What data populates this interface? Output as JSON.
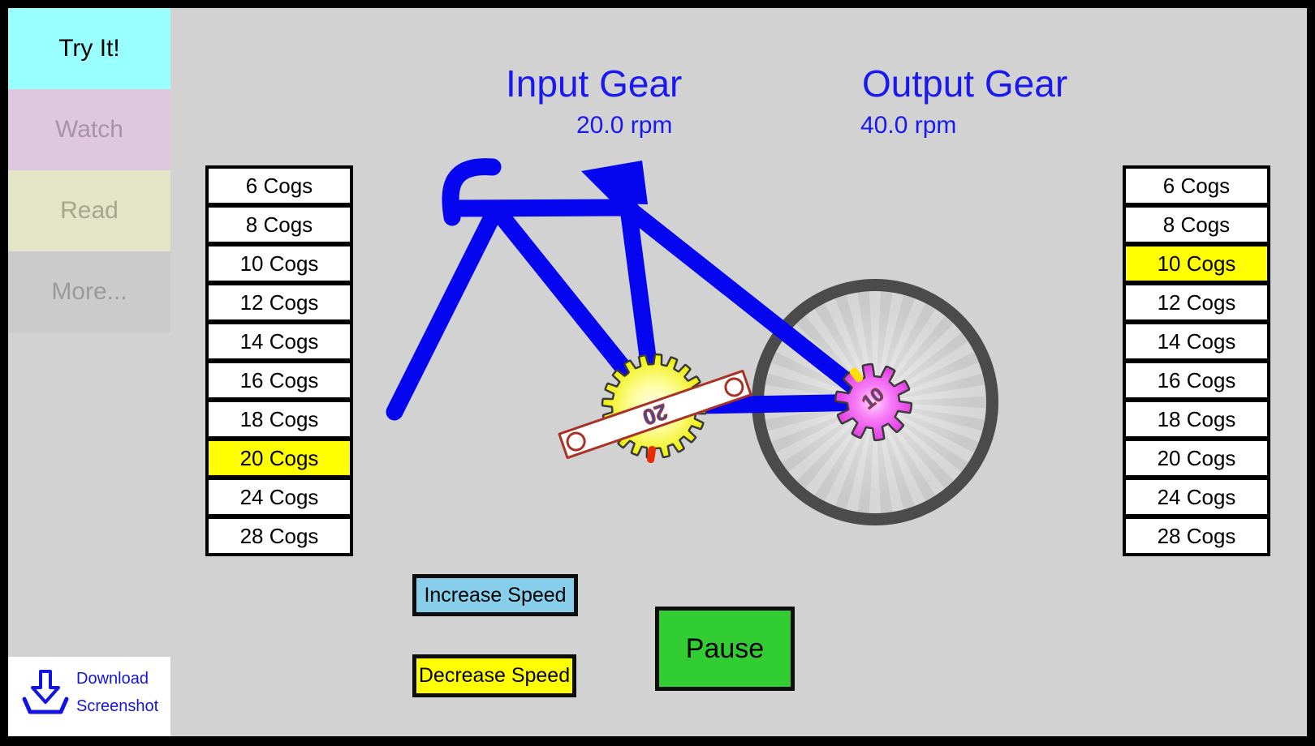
{
  "app": {
    "background": "#D2D2D2",
    "frame_color": "#000000",
    "accent_blue": "#1A1AF0",
    "highlight_yellow": "#FFFF00"
  },
  "sidebar": {
    "tabs": [
      {
        "label": "Try It!",
        "bg": "#99FFFF",
        "active": true
      },
      {
        "label": "Watch",
        "bg": "#DFC8DF",
        "active": false
      },
      {
        "label": "Read",
        "bg": "#E4E4C6",
        "active": false
      },
      {
        "label": "More...",
        "bg": "#CBCBCB",
        "active": false
      }
    ]
  },
  "input_gear": {
    "title": "Input Gear",
    "rpm": "20.0 rpm",
    "teeth": 20,
    "teeth_label": "20",
    "selected": "20 Cogs",
    "gear_color": "#EFEF06",
    "options": [
      "6 Cogs",
      "8 Cogs",
      "10 Cogs",
      "12 Cogs",
      "14 Cogs",
      "16 Cogs",
      "18 Cogs",
      "20 Cogs",
      "24 Cogs",
      "28 Cogs"
    ]
  },
  "output_gear": {
    "title": "Output Gear",
    "rpm": "40.0 rpm",
    "teeth": 10,
    "teeth_label": "10",
    "selected": "10 Cogs",
    "gear_color": "#E23EE2",
    "options": [
      "6 Cogs",
      "8 Cogs",
      "10 Cogs",
      "12 Cogs",
      "14 Cogs",
      "16 Cogs",
      "18 Cogs",
      "20 Cogs",
      "24 Cogs",
      "28 Cogs"
    ]
  },
  "controls": {
    "increase_label": "Increase Speed",
    "decrease_label": "Decrease Speed",
    "pause_label": "Pause",
    "increase_bg": "#87CEEB",
    "decrease_bg": "#FFFF00",
    "pause_bg": "#32CD32"
  },
  "download": {
    "line1": "Download",
    "line2": "Screenshot",
    "color": "#1414E0"
  }
}
